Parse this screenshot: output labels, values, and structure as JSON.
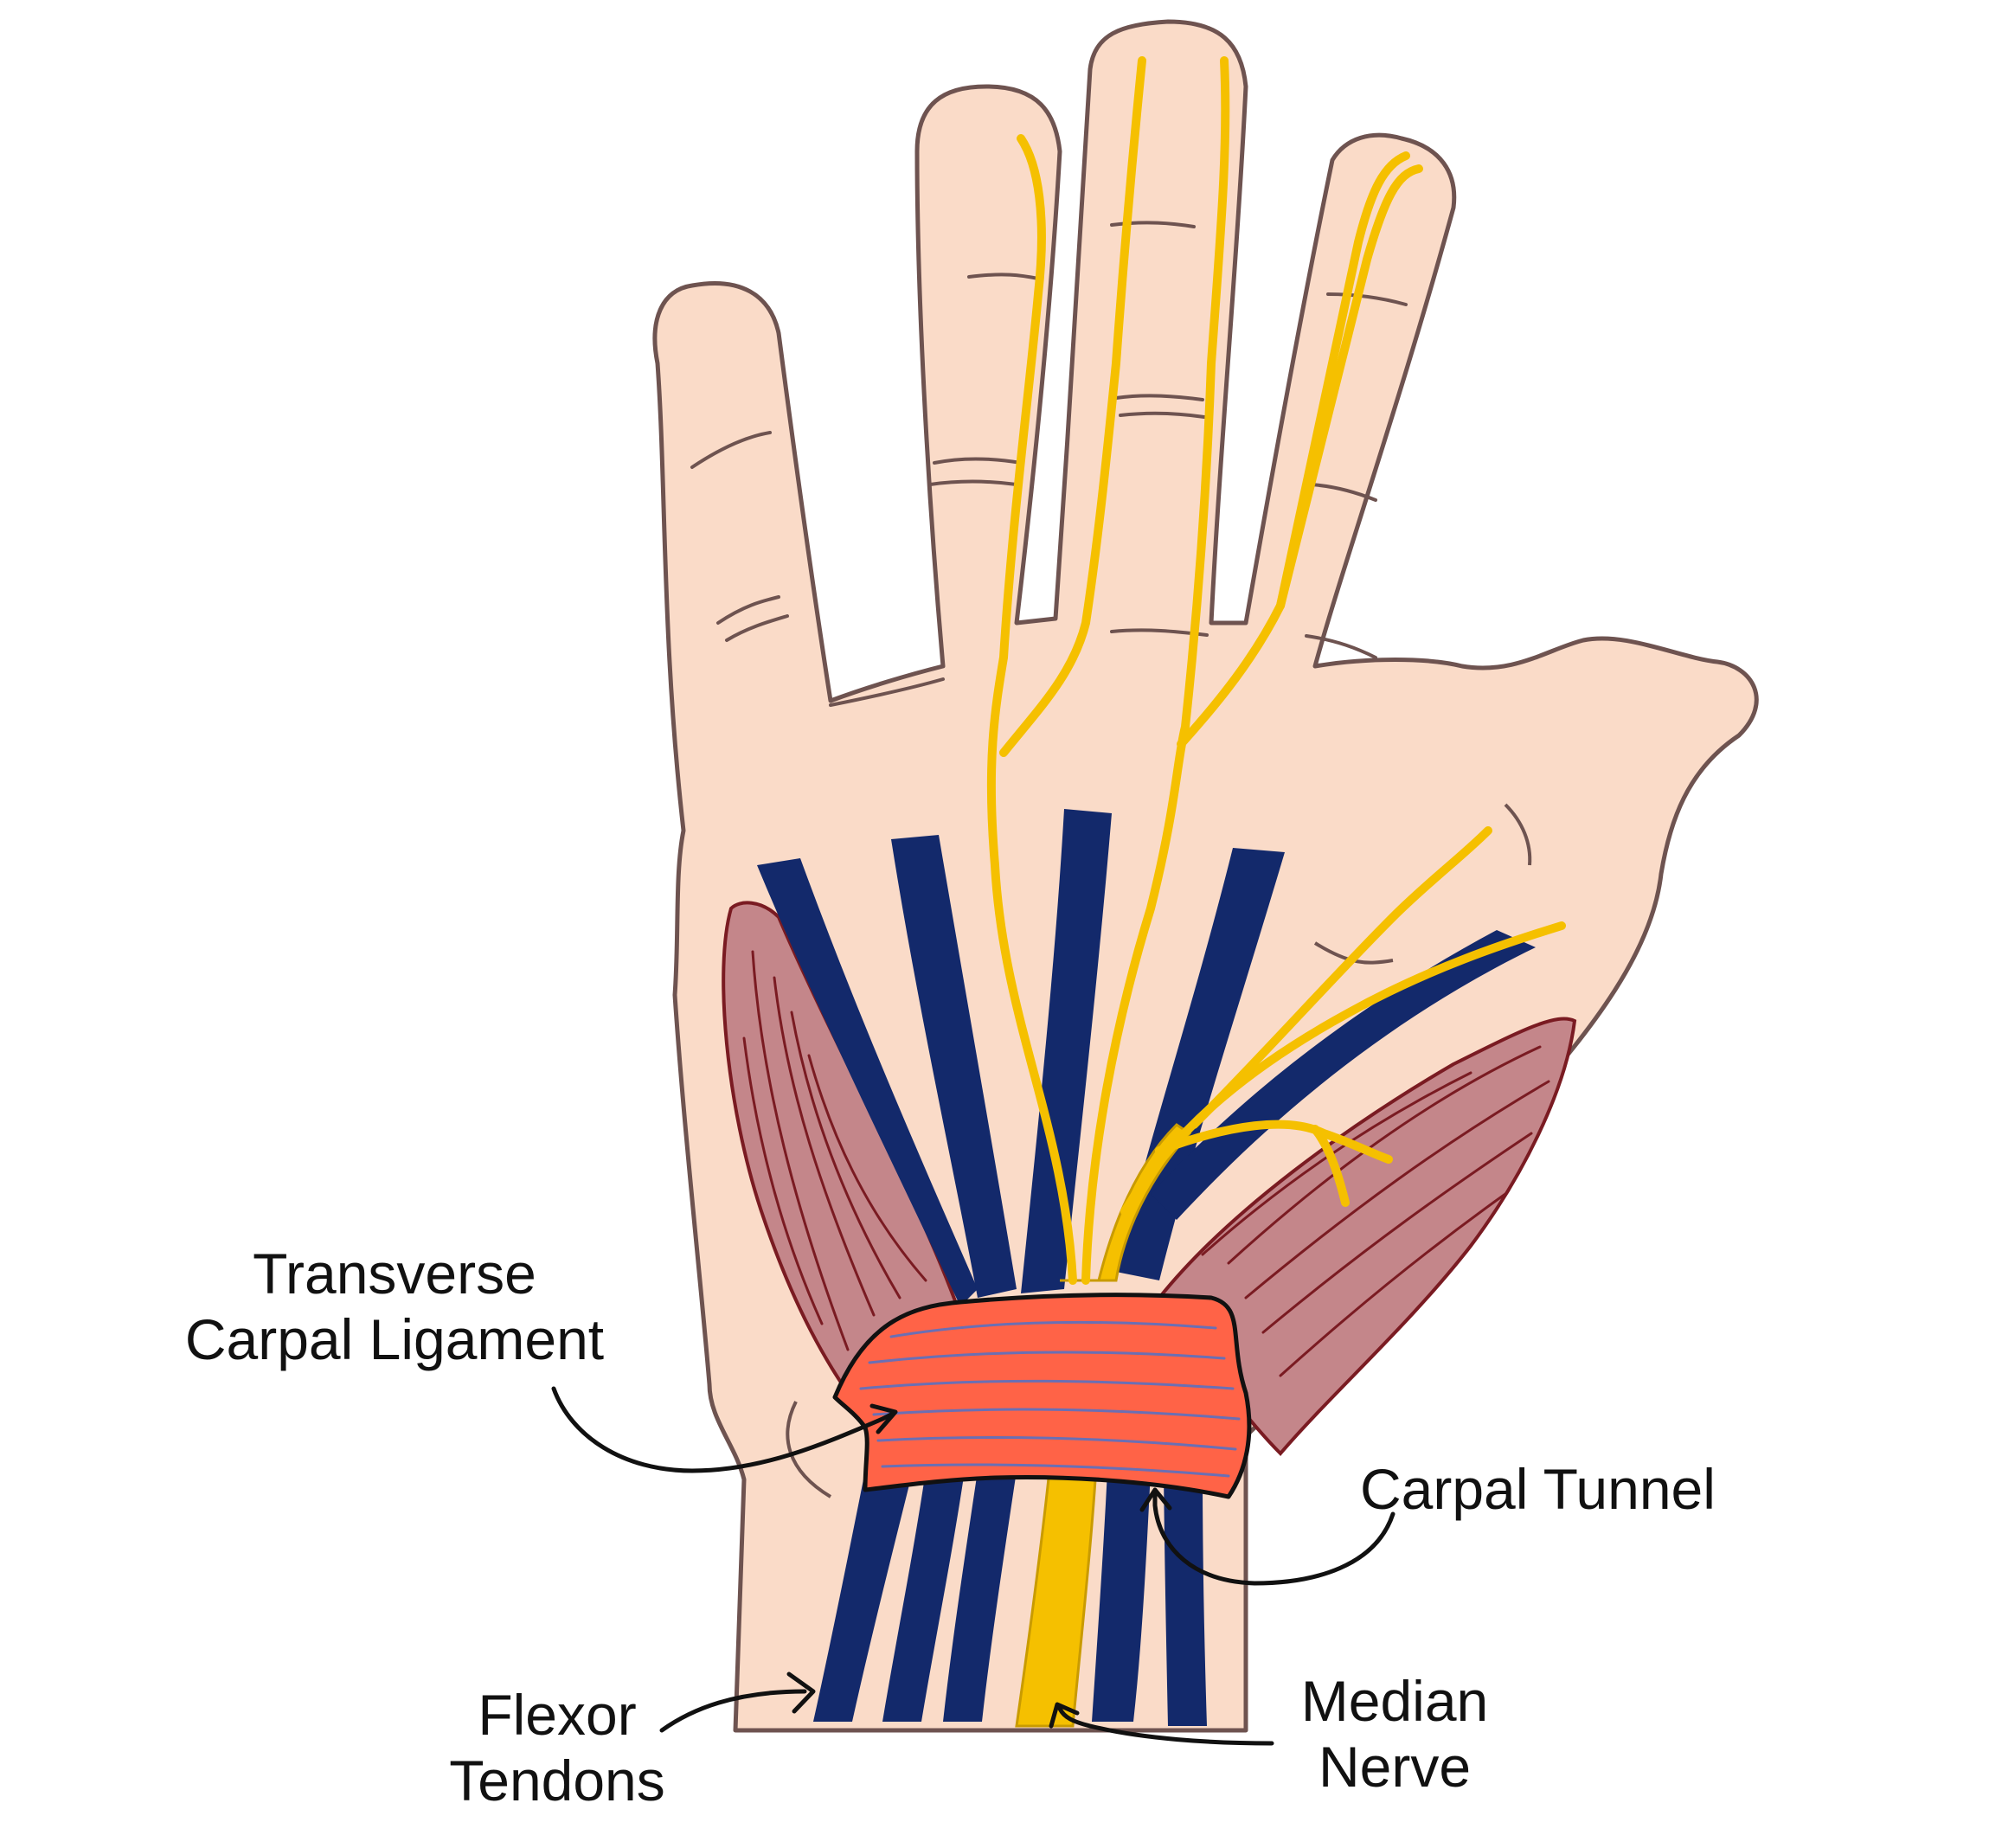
{
  "labels": {
    "transverse_line1": "Transverse",
    "transverse_line2": "Carpal Ligament",
    "carpal_tunnel": "Carpal Tunnel",
    "flexor_line1": "Flexor",
    "flexor_line2": "Tendons",
    "median_line1": "Median",
    "median_line2": "Nerve"
  },
  "colors": {
    "background": "#ffffff",
    "skin": "#fadbc8",
    "outline": "#6e5350",
    "tendon": "#13296b",
    "nerve": "#f5c000",
    "nerve_edge": "#c99b00",
    "muscle": "#c4868a",
    "muscle_line": "#7a1b22",
    "ligament": "#ff6347",
    "ligament_line": "#6a6fb4",
    "arrow": "#111111"
  }
}
